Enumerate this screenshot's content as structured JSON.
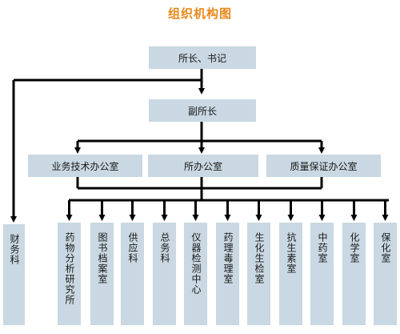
{
  "title": "组织机构图",
  "top": {
    "director": "所长、书记",
    "deputy": "副所长"
  },
  "offices": [
    "业务技术办公室",
    "所办公室",
    "质量保证办公室"
  ],
  "finance": "财务科",
  "departments": [
    "药物分析研究所",
    "图书档案室",
    "供应科",
    "总务科",
    "仪器检测中心",
    "药理毒理室",
    "生化生检室",
    "抗生素室",
    "中药室",
    "化学室",
    "保化室"
  ]
}
